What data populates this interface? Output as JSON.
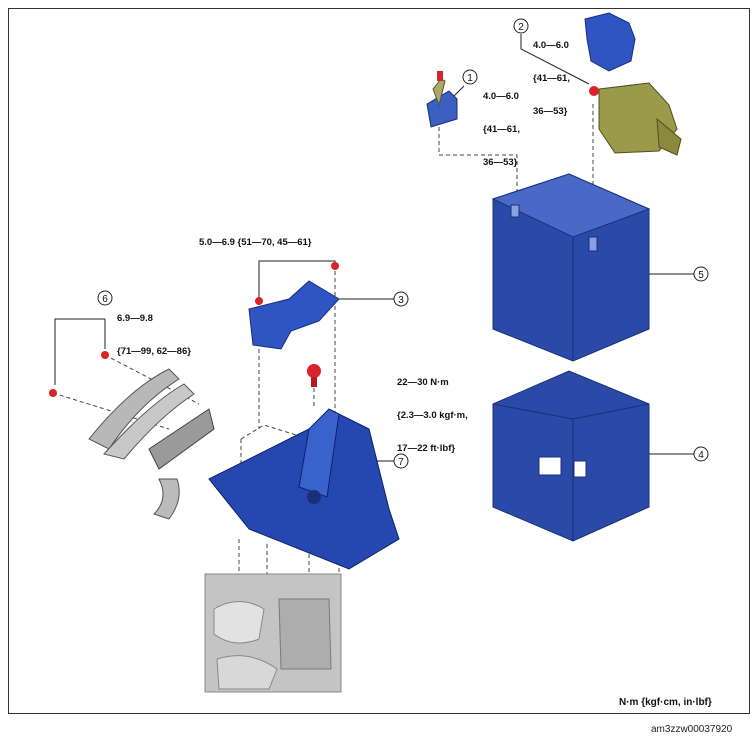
{
  "labels": {
    "c1": {
      "num": "1",
      "lines": [
        "4.0—6.0",
        "{41—61,",
        "36—53}"
      ]
    },
    "c2": {
      "num": "2",
      "lines": [
        "4.0—6.0",
        "{41—61,",
        "36—53}"
      ]
    },
    "c3": {
      "num": "3"
    },
    "c4": {
      "num": "4"
    },
    "c5": {
      "num": "5"
    },
    "c6": {
      "num": "6",
      "lines": [
        "6.9—9.8",
        "{71—99, 62—86}"
      ]
    },
    "c7": {
      "num": "7"
    },
    "t_top": "5.0—6.9 {51—70, 45—61}",
    "t_bolt": [
      "22—30 N·m",
      "{2.3—3.0 kgf·m,",
      "17—22 ft·lbf}"
    ]
  },
  "units": "N·m {kgf·cm, in·lbf}",
  "doc_id": "am3zzw00037920",
  "colors": {
    "blue": "#2b4aa8",
    "blue_dark": "#1a2f7a",
    "bolt_red": "#d8232a",
    "olive": "#8a8a3a",
    "metal": "#b8b8b8"
  }
}
